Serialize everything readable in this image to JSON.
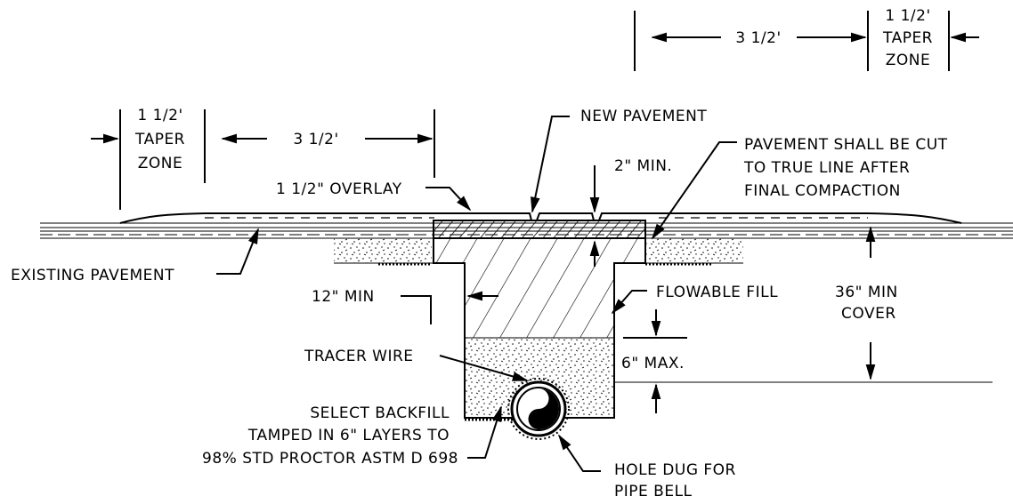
{
  "labels": {
    "taper_top_right": [
      "1 1/2'",
      "TAPER",
      "ZONE"
    ],
    "dim_top_right": "3 1/2'",
    "taper_left": [
      "1 1/2'",
      "TAPER",
      "ZONE"
    ],
    "dim_left": "3 1/2'",
    "new_pavement": "NEW PAVEMENT",
    "pavement_cut": [
      "PAVEMENT SHALL BE CUT",
      "TO TRUE LINE AFTER",
      "FINAL COMPACTION"
    ],
    "overlay": "1 1/2\" OVERLAY",
    "two_min": "2\" MIN.",
    "existing_pavement": "EXISTING PAVEMENT",
    "twelve_min": "12\" MIN",
    "flowable_fill": "FLOWABLE FILL",
    "min_cover": [
      "36\" MIN",
      "COVER"
    ],
    "tracer_wire": "TRACER WIRE",
    "six_max": "6\" MAX.",
    "select_backfill": [
      "SELECT BACKFILL",
      "TAMPED IN 6\" LAYERS TO",
      "98% STD PROCTOR ASTM D 698"
    ],
    "hole_dug": [
      "HOLE DUG FOR",
      "PIPE BELL"
    ]
  }
}
